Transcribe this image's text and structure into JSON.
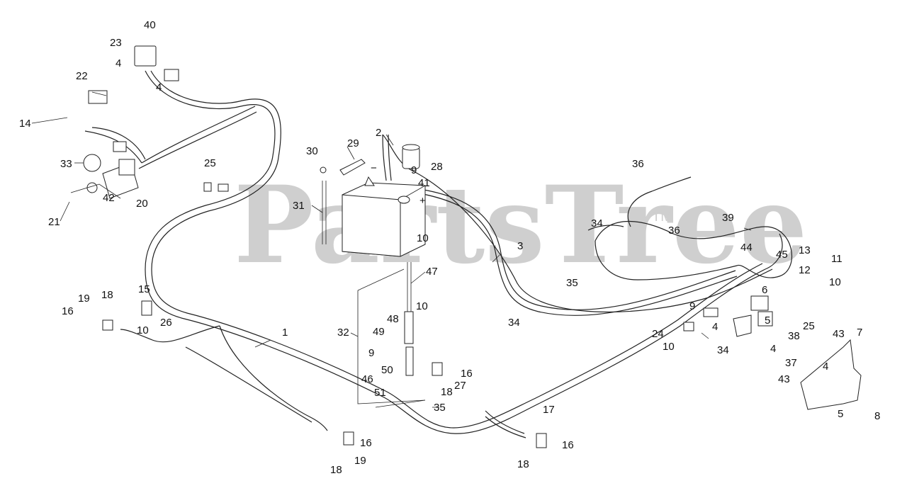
{
  "watermark": {
    "text": "PartsTree",
    "trademark": "TM"
  },
  "battery": {
    "minus": "−",
    "plus": "+"
  },
  "callouts": [
    "40",
    "23",
    "4",
    "22",
    "4",
    "14",
    "33",
    "42",
    "20",
    "21",
    "25",
    "30",
    "29",
    "2",
    "9",
    "28",
    "41",
    "31",
    "10",
    "3",
    "36",
    "34",
    "36",
    "39",
    "13",
    "11",
    "44",
    "45",
    "12",
    "10",
    "47",
    "15",
    "19",
    "18",
    "16",
    "10",
    "26",
    "1",
    "48",
    "10",
    "32",
    "49",
    "9",
    "50",
    "46",
    "51",
    "16",
    "27",
    "18",
    "35",
    "35",
    "34",
    "9",
    "6",
    "5",
    "4",
    "24",
    "10",
    "34",
    "38",
    "25",
    "43",
    "7",
    "4",
    "37",
    "4",
    "43",
    "5",
    "8",
    "17",
    "16",
    "18",
    "16",
    "19",
    "18"
  ]
}
